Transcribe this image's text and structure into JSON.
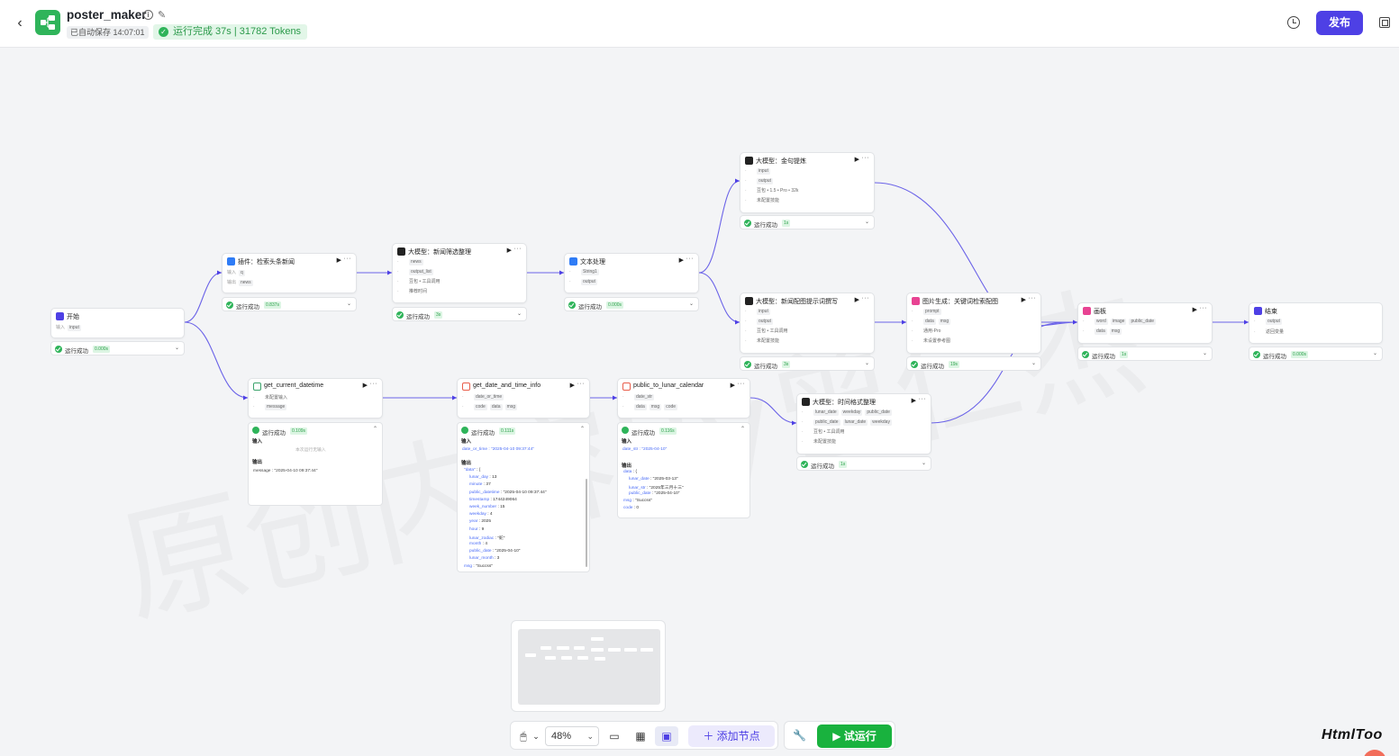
{
  "header": {
    "app_name": "poster_maker",
    "autosave": "已自动保存 14:07:01",
    "run_status": "运行完成 37s | 31782 Tokens",
    "publish_label": "发布"
  },
  "watermark": "原创内容By曾仁杰",
  "nodes": {
    "start": {
      "title": "开始",
      "in_label": "输入",
      "in_tag": "input",
      "status": "运行成功",
      "time": "0.000s"
    },
    "search": {
      "title": "插件：检索头条新闻",
      "in_label": "输入",
      "in_tag": "q",
      "out_label": "输出",
      "out_tag": "news",
      "status": "运行成功",
      "time": "0.837s"
    },
    "filter": {
      "title": "大模型：新闻筛选整理",
      "in_tag": "news",
      "out_tag": "output_list",
      "model": "豆包 • 工具调用",
      "skill": "推荐时间",
      "status": "运行成功",
      "time": "3s"
    },
    "text": {
      "title": "文本处理",
      "in_tag": "String1",
      "out_tag": "output",
      "status": "运行成功",
      "time": "0.000s"
    },
    "polish": {
      "title": "大模型：金句提炼",
      "in_tag": "input",
      "out_tag": "output",
      "model": "豆包 • 1.5 • Pro • 32k",
      "skill": "未配置技能",
      "status": "运行成功",
      "time": "1s"
    },
    "prompt": {
      "title": "大模型：新闻配图提示词撰写",
      "in_tag": "input",
      "out_tag": "output",
      "model": "豆包 • 工具调用",
      "skill": "未配置技能",
      "status": "运行成功",
      "time": "3s"
    },
    "image": {
      "title": "图片生成：关键词检索配图",
      "in_tag": "prompt",
      "out_tag1": "data",
      "out_tag2": "msg",
      "model": "通用-Pro",
      "skill": "未设置参考图",
      "status": "运行成功",
      "time": "19s"
    },
    "canvas": {
      "title": "画板",
      "in_tag1": "word",
      "in_tag2": "image",
      "in_tag3": "public_date",
      "out_tag1": "data",
      "out_tag2": "msg",
      "status": "运行成功",
      "time": "1s"
    },
    "end": {
      "title": "结束",
      "out_tag": "output",
      "return": "返回变量",
      "status": "运行成功",
      "time": "0.000s"
    },
    "datetime": {
      "title": "get_current_datetime",
      "in_text": "未配置输入",
      "out_tag": "message",
      "status": "运行成功",
      "time": "0.109s",
      "input_title": "输入",
      "input_empty": "本次运行无输入",
      "output_title": "输出",
      "output_line": "message : \"2025-04-10 09:37:44\""
    },
    "dateinfo": {
      "title": "get_date_and_time_info",
      "in_tag": "date_or_time",
      "out_tag1": "code",
      "out_tag2": "data",
      "out_tag3": "msg",
      "status": "运行成功",
      "time": "0.111s",
      "input_title": "输入",
      "input_line": "date_or_time : \"2025-04-10 09:37:44\"",
      "output_title": "输出",
      "lines": [
        "\"data\" : {",
        "lunar_day : 13",
        "minute : 37",
        "public_datetime : \"2025-04-10 09:37:44\"",
        "timestamp : 1744249064",
        "week_number : 15",
        "weekday : 4",
        "year : 2025",
        "hour : 9",
        "lunar_zodiac : \"蛇\"",
        "month : 4",
        "public_date : \"2025-04-10\"",
        "lunar_month : 3",
        "msg : \"Succss\""
      ]
    },
    "lunar": {
      "title": "public_to_lunar_calendar",
      "in_tag": "date_str",
      "out_tag1": "data",
      "out_tag2": "msg",
      "out_tag3": "code",
      "status": "运行成功",
      "time": "0.116s",
      "input_title": "输入",
      "input_line": "date_str : \"2025-04-10\"",
      "output_title": "输出",
      "lines": [
        "data : {",
        "lunar_date : \"2025-03-13\"",
        "lunar_str : \"2025年三月十三\"",
        "public_date : \"2025-04-10\"",
        "msg : \"Succss\"",
        "code : 0"
      ]
    },
    "timefmt": {
      "title": "大模型：时间格式整理",
      "in_tag1": "lunar_date",
      "in_tag2": "weekday",
      "in_tag3": "public_date",
      "out_tag1": "public_date",
      "out_tag2": "lunar_date",
      "out_tag3": "weekday",
      "model": "豆包 • 工具调用",
      "skill": "未配置技能",
      "status": "运行成功",
      "time": "1s"
    }
  },
  "toolbar": {
    "zoom": "48%",
    "add_node": "添加节点",
    "trial_run": "试运行"
  },
  "brand": "HtmlToo",
  "colors": {
    "accent": "#4e40e5",
    "success": "#2fb45a",
    "edge": "#6b63e8"
  }
}
